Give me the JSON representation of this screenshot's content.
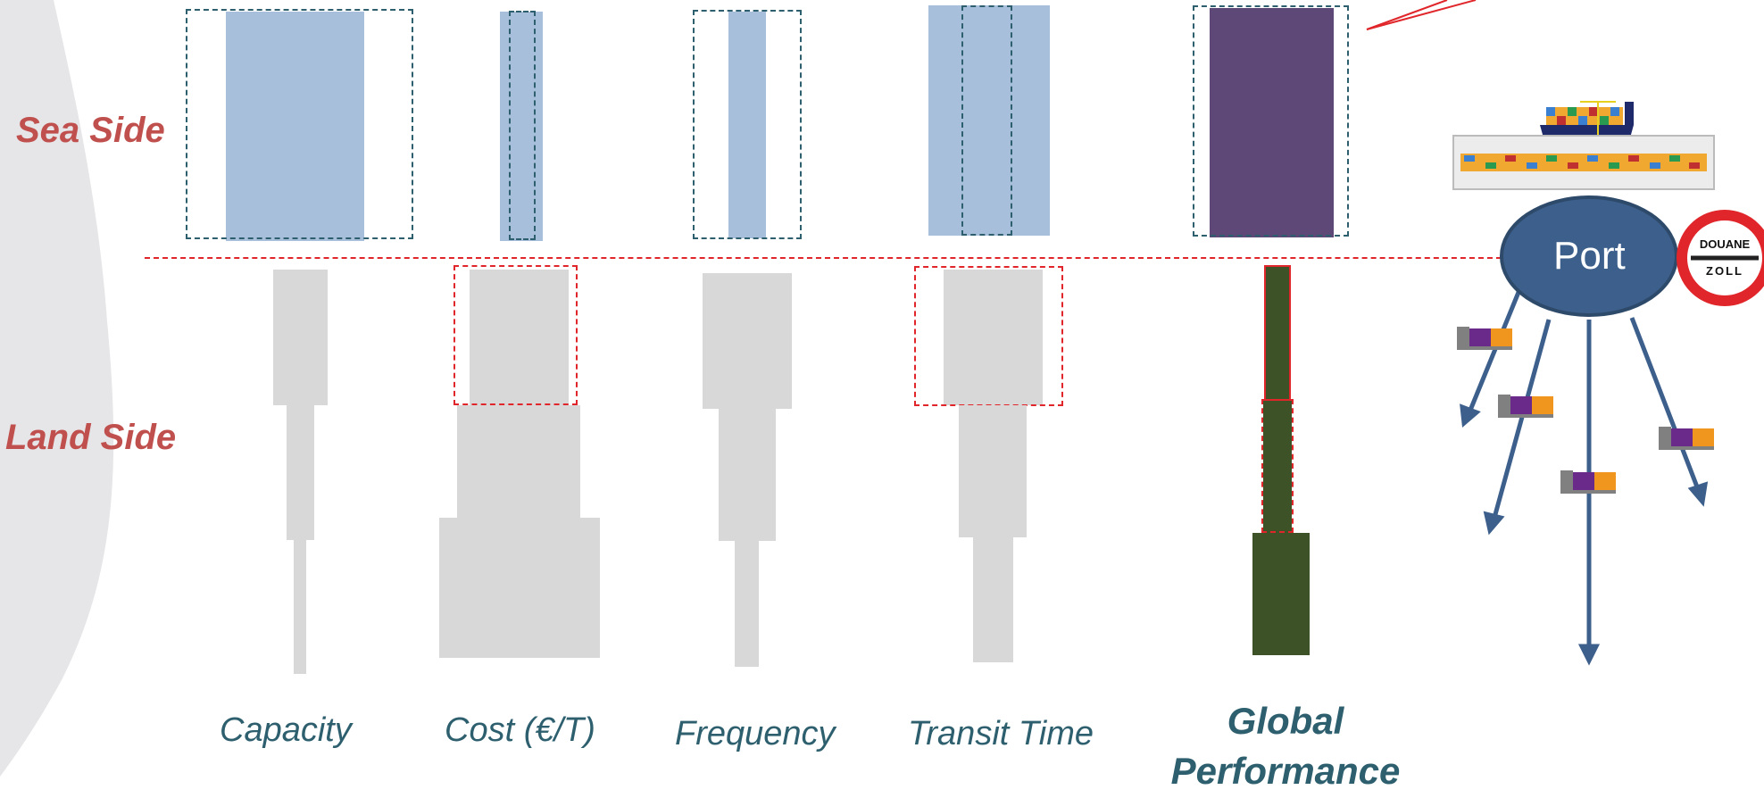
{
  "sides": {
    "sea": "Sea Side",
    "land": "Land Side"
  },
  "metrics": [
    {
      "id": "capacity",
      "label": "Capacity"
    },
    {
      "id": "cost",
      "label": "Cost (€/T)"
    },
    {
      "id": "frequency",
      "label": "Frequency"
    },
    {
      "id": "transit",
      "label": "Transit Time"
    },
    {
      "id": "global",
      "label": "Global Performance"
    }
  ],
  "port": {
    "label": "Port"
  },
  "customs_sign": {
    "line1": "DOUANE",
    "line2": "ZOLL"
  },
  "colors": {
    "sea_block": "#a8bfdb",
    "land_block": "#d8d8d8",
    "global_sea": "#5d4878",
    "global_land": "#3d5226",
    "port_fill": "#3d5f8c",
    "label_red": "#c0504d",
    "label_teal": "#2d5f6e"
  }
}
